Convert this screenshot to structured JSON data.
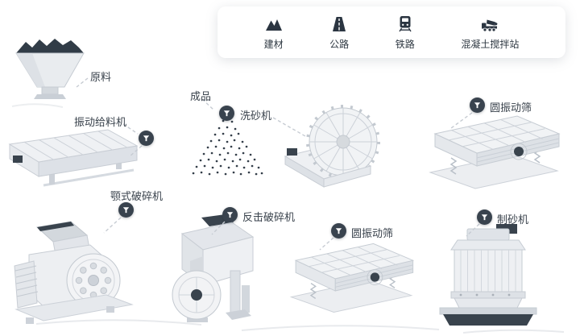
{
  "legend": {
    "items": [
      {
        "label": "建材",
        "icon": "building-materials-icon"
      },
      {
        "label": "公路",
        "icon": "highway-icon"
      },
      {
        "label": "铁路",
        "icon": "railway-icon"
      },
      {
        "label": "混凝土搅拌站",
        "icon": "concrete-mixing-plant-icon"
      }
    ]
  },
  "nodes": {
    "raw_material": {
      "label": "原料"
    },
    "vibrating_feeder": {
      "label": "振动给料机"
    },
    "finished_product": {
      "label": "成品"
    },
    "sand_washer": {
      "label": "洗砂机"
    },
    "screen_top": {
      "label": "圆振动筛"
    },
    "jaw_crusher": {
      "label": "颚式破碎机"
    },
    "impact_crusher": {
      "label": "反击破碎机"
    },
    "screen_bottom": {
      "label": "圆振动筛"
    },
    "sand_maker": {
      "label": "制砂机"
    }
  },
  "colors": {
    "badge": "#39434e",
    "label_text": "#39424c",
    "icon_dark": "#2b3541",
    "connector": "#c7ccd3",
    "machine_light": "#eef0f3",
    "machine_dark_accent": "#39434d"
  }
}
